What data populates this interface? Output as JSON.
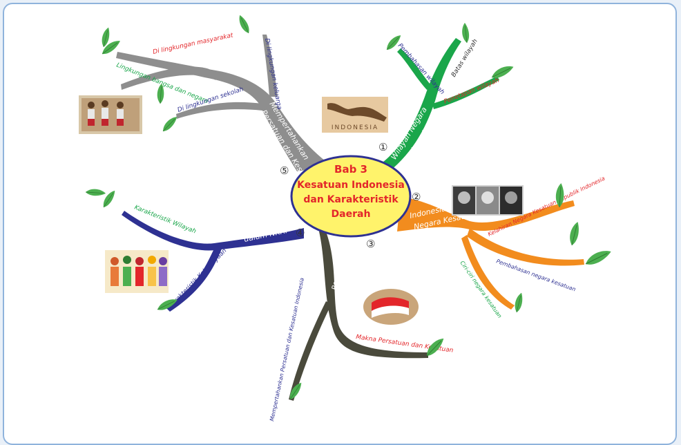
{
  "center": {
    "title_line1": "Bab 3",
    "title_line2": "Kesatuan Indonesia",
    "title_line3": "dan Karakteristik",
    "title_line4": "Daerah"
  },
  "colors": {
    "branch1": "#1aa64a",
    "branch2": "#f28c1e",
    "branch3": "#4a4a3c",
    "branch4": "#2e3192",
    "branch5": "#8e8e8e",
    "center_fill": "#fff36b",
    "center_stroke": "#2e3192",
    "leaf": "#4caf50",
    "text_red": "#e3262a",
    "text_green": "#1aa64a",
    "text_navy": "#2e3192"
  },
  "branches": {
    "b1": {
      "number": "①",
      "label_line1": "Wilayah Negara",
      "label_line2": "Indonesia",
      "sub1": "Pembahasan wilayah",
      "sub2": "Batas wilayah",
      "sub3": "Penetapan wilayah",
      "image_caption": "INDONESIA"
    },
    "b2": {
      "number": "②",
      "label_line1": "Indonesia sebagai",
      "label_line2": "Negara Kesatuan",
      "sub1": "Kelahiran Negara Kesatuan Republik Indonesia",
      "sub2": "Pembahasan negara kesatuan",
      "sub3": "Ciri-ciri negara kesatuan"
    },
    "b3": {
      "number": "③",
      "label_line1": "Persatuan dan",
      "label_line2": "Kesatuan Indonesia",
      "sub1": "Mempertahankan Persatuan dan Kesatuan Indonesia",
      "sub2": "Makna Persatuan dan Kesatuan"
    },
    "b4": {
      "number": "④",
      "label_line1": "Karakteristik Daerah",
      "label_line2": "dalam NKRI",
      "sub1": "Karakteristik Wilayah",
      "sub2": "Karakteristik Kebudayaan"
    },
    "b5": {
      "number": "⑤",
      "label_line1": "Mempertahankan",
      "label_line2": "Persatuan dan Kesatuan",
      "sub1": "Di lingkungan masyarakat",
      "sub2": "Lingkungan bangsa dan negara",
      "sub3": "Di lingkungan keluarga",
      "sub4": "Di lingkungan sekolah"
    }
  }
}
